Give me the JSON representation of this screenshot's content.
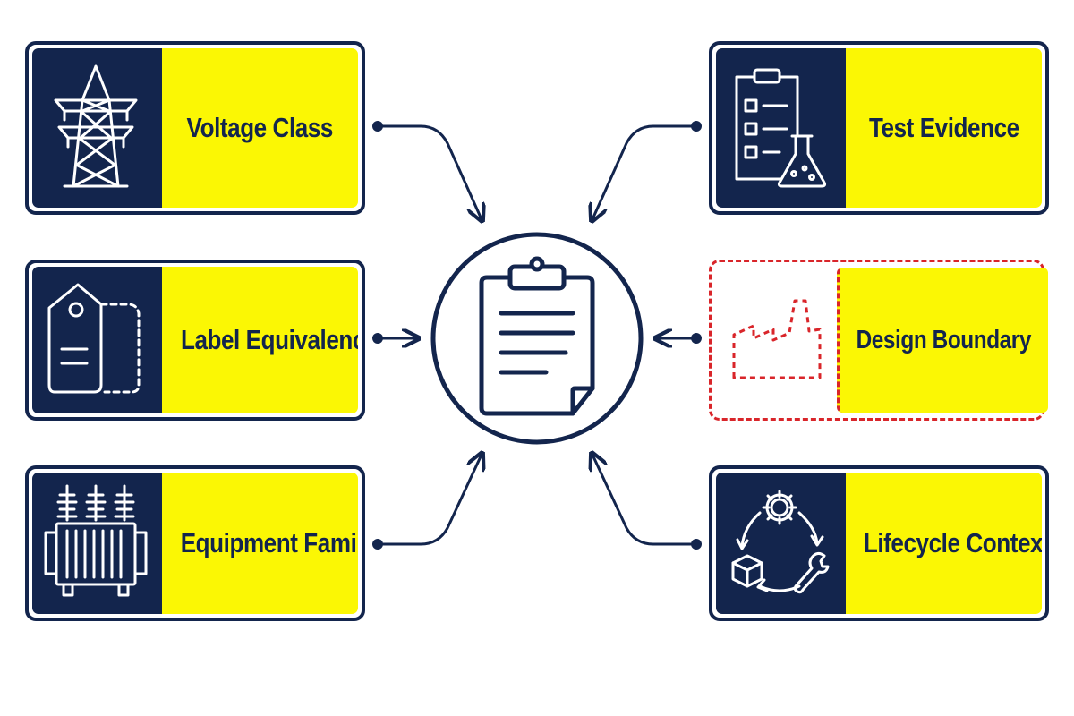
{
  "nodes": {
    "voltage_class": {
      "label": "Voltage Class",
      "icon": "power-tower-icon"
    },
    "test_evidence": {
      "label": "Test Evidence",
      "icon": "clipboard-flask-icon"
    },
    "label_equivalence": {
      "label": "Label Equivalence",
      "icon": "tag-icon"
    },
    "design_boundary": {
      "label": "Design Boundary",
      "icon": "factory-icon"
    },
    "equipment_family": {
      "label": "Equipment Family",
      "icon": "transformer-icon"
    },
    "lifecycle_context": {
      "label": "Lifecycle Context",
      "icon": "lifecycle-cycle-icon"
    }
  },
  "center": {
    "icon": "clipboard-document-icon"
  },
  "colors": {
    "navy": "#13254d",
    "yellow": "#fbf704",
    "dashed_red": "#d9252a",
    "background": "#ffffff"
  }
}
